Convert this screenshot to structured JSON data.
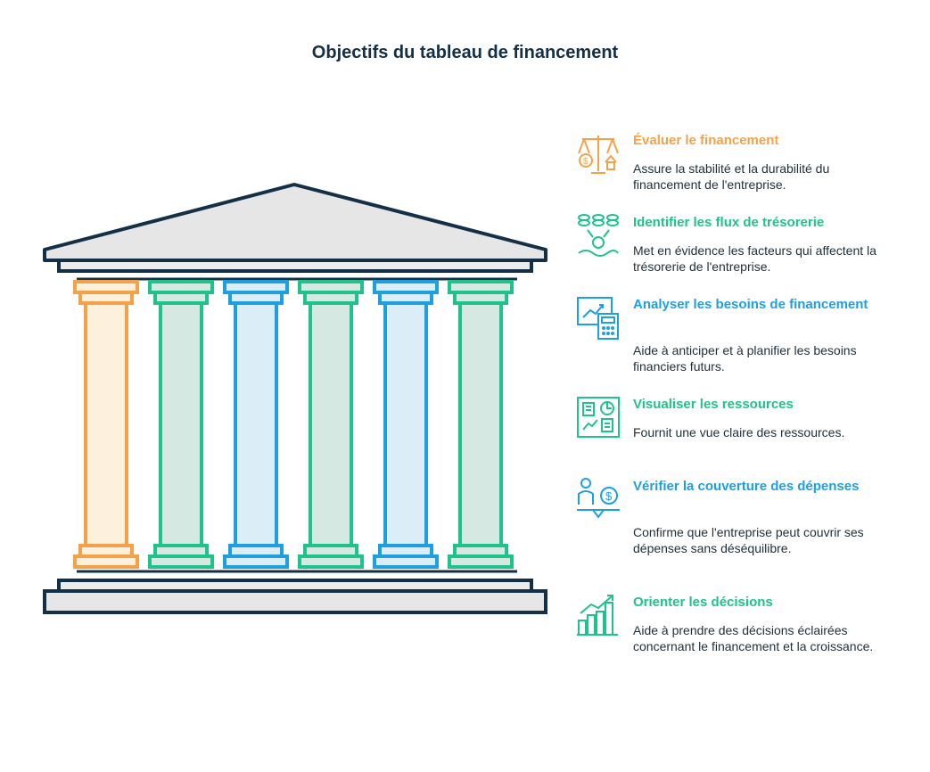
{
  "title": "Objectifs du tableau de financement",
  "colors": {
    "orange": "#f4a24a",
    "green": "#1fc38a",
    "blue": "#1ea0e0",
    "dark": "#143046"
  },
  "items": [
    {
      "heading": "Évaluer le financement",
      "text": "Assure la stabilité et la durabilité du financement de l'entreprise.",
      "color": "orange",
      "icon": "balance-scale-icon"
    },
    {
      "heading": "Identifier les flux de trésorerie",
      "text": "Met en évidence les facteurs qui affectent la trésorerie de l'entreprise.",
      "color": "green",
      "icon": "coin-flow-icon"
    },
    {
      "heading": "Analyser les besoins de financement",
      "text": "Aide à anticiper et à planifier les besoins financiers futurs.",
      "color": "blue",
      "icon": "calculator-chart-icon"
    },
    {
      "heading": "Visualiser les ressources",
      "text": "Fournit une vue claire des ressources.",
      "color": "green",
      "icon": "dashboard-icon"
    },
    {
      "heading": "Vérifier la couverture des dépenses",
      "text": "Confirme que l'entreprise peut couvrir ses dépenses sans déséquilibre.",
      "color": "blue",
      "icon": "person-balance-icon"
    },
    {
      "heading": "Orienter les décisions",
      "text": "Aide à prendre des décisions éclairées concernant le financement et la croissance.",
      "color": "green",
      "icon": "growth-chart-icon"
    }
  ]
}
